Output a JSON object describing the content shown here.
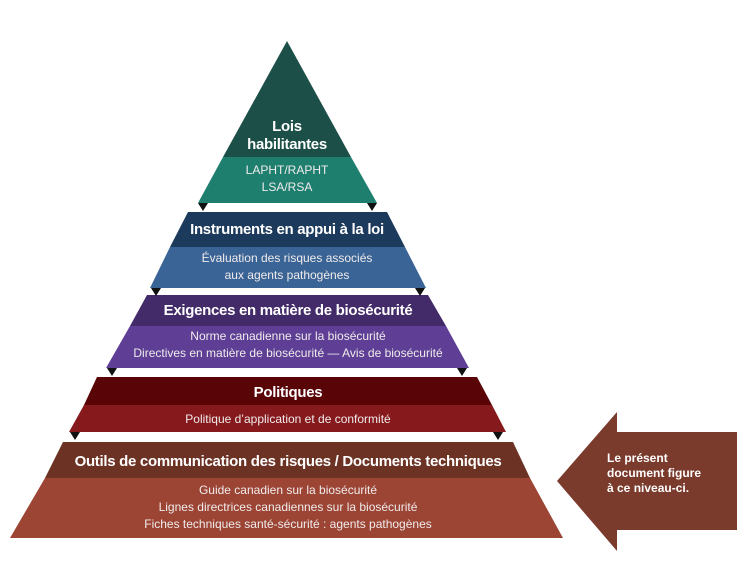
{
  "tiers": [
    {
      "title_lines": [
        "Lois",
        "habilitantes"
      ],
      "items": [
        "LAPHT/RAPHT",
        "LSA/RSA"
      ],
      "dark": "#1d4f49",
      "light": "#1f7f6f"
    },
    {
      "title": "Instruments en appui à la loi",
      "items": [
        "Évaluation des risques associés",
        "aux agents pathogènes"
      ],
      "dark": "#1c3a5b",
      "light": "#3b6496"
    },
    {
      "title": "Exigences en matière de biosécurité",
      "items": [
        "Norme canadienne sur la biosécurité",
        "Directives en matière de biosécurité — Avis de biosécurité"
      ],
      "dark": "#432a69",
      "light": "#5e3f95"
    },
    {
      "title": "Politiques",
      "items": [
        "Politique d’application et de conformité"
      ],
      "dark": "#590508",
      "light": "#86191c"
    },
    {
      "title": "Outils de communication des risques / Documents techniques",
      "items": [
        "Guide canadien sur la biosécurité",
        "Lignes directrices canadiennes sur la biosécurité",
        "Fiches techniques santé-sécurité : agents pathogènes"
      ],
      "dark": "#6c3325",
      "light": "#9c4535"
    }
  ],
  "callout": {
    "lines": [
      "Le présent",
      "document figure",
      "à ce niveau-ci."
    ],
    "color": "#7a3a2c"
  }
}
